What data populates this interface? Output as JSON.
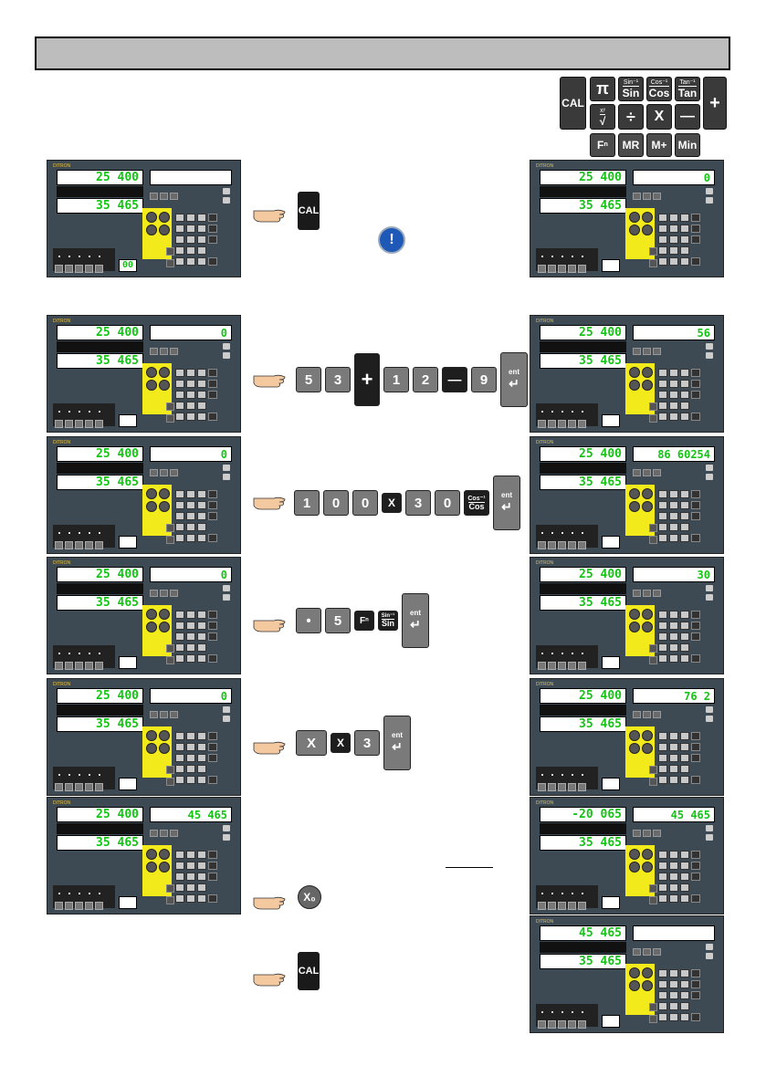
{
  "legend": {
    "cal": "CAL",
    "pi": "π",
    "sin_inv": "Sin⁻¹",
    "sin": "Sin",
    "cos_inv": "Cos⁻¹",
    "cos": "Cos",
    "tan_inv": "Tan⁻¹",
    "tan": "Tan",
    "plus": "+",
    "xy": "xʸ",
    "sqrt": "√",
    "divide": "÷",
    "times": "X",
    "minus": "—",
    "fn": "Fⁿ",
    "mr": "MR",
    "mplus": "M+",
    "min": "Min"
  },
  "brand": "DITRON",
  "axis_x_default": "25 400",
  "axis_y_default": "35 465",
  "rows": [
    {
      "left_calc": "",
      "left_bz": "00",
      "keys": [
        "CAL"
      ],
      "right_calc": "0",
      "right_x": "25 400",
      "right_y": "35 465"
    },
    {
      "left_calc": "0",
      "keys": [
        "5",
        "3",
        "+",
        "1",
        "2",
        "—",
        "9",
        "ent"
      ],
      "right_calc": "56",
      "right_x": "25 400",
      "right_y": "35 465"
    },
    {
      "left_calc": "0",
      "keys": [
        "1",
        "0",
        "0",
        "X",
        "3",
        "0",
        "Cos⁻¹ Cos",
        "ent"
      ],
      "right_calc": "86 60254",
      "right_x": "25 400",
      "right_y": "35 465"
    },
    {
      "left_calc": "0",
      "keys": [
        "•",
        "5",
        "Fⁿ",
        "Sin⁻¹ Sin",
        "ent"
      ],
      "right_calc": "30",
      "right_x": "25 400",
      "right_y": "35 465"
    },
    {
      "left_calc": "0",
      "keys": [
        "X",
        "X",
        "3",
        "ent"
      ],
      "right_calc": "76 2",
      "right_x": "25 400",
      "right_y": "35 465"
    },
    {
      "left_calc": "45 465",
      "keys": [
        "X₀"
      ],
      "right_calc": "45 465",
      "right_x": "-20 065",
      "right_y": "35 465"
    },
    {
      "keys": [
        "CAL"
      ],
      "right_calc": "",
      "right_x": "45 465",
      "right_y": "35 465"
    }
  ],
  "ent_label": "ent",
  "notice_icon": "!"
}
